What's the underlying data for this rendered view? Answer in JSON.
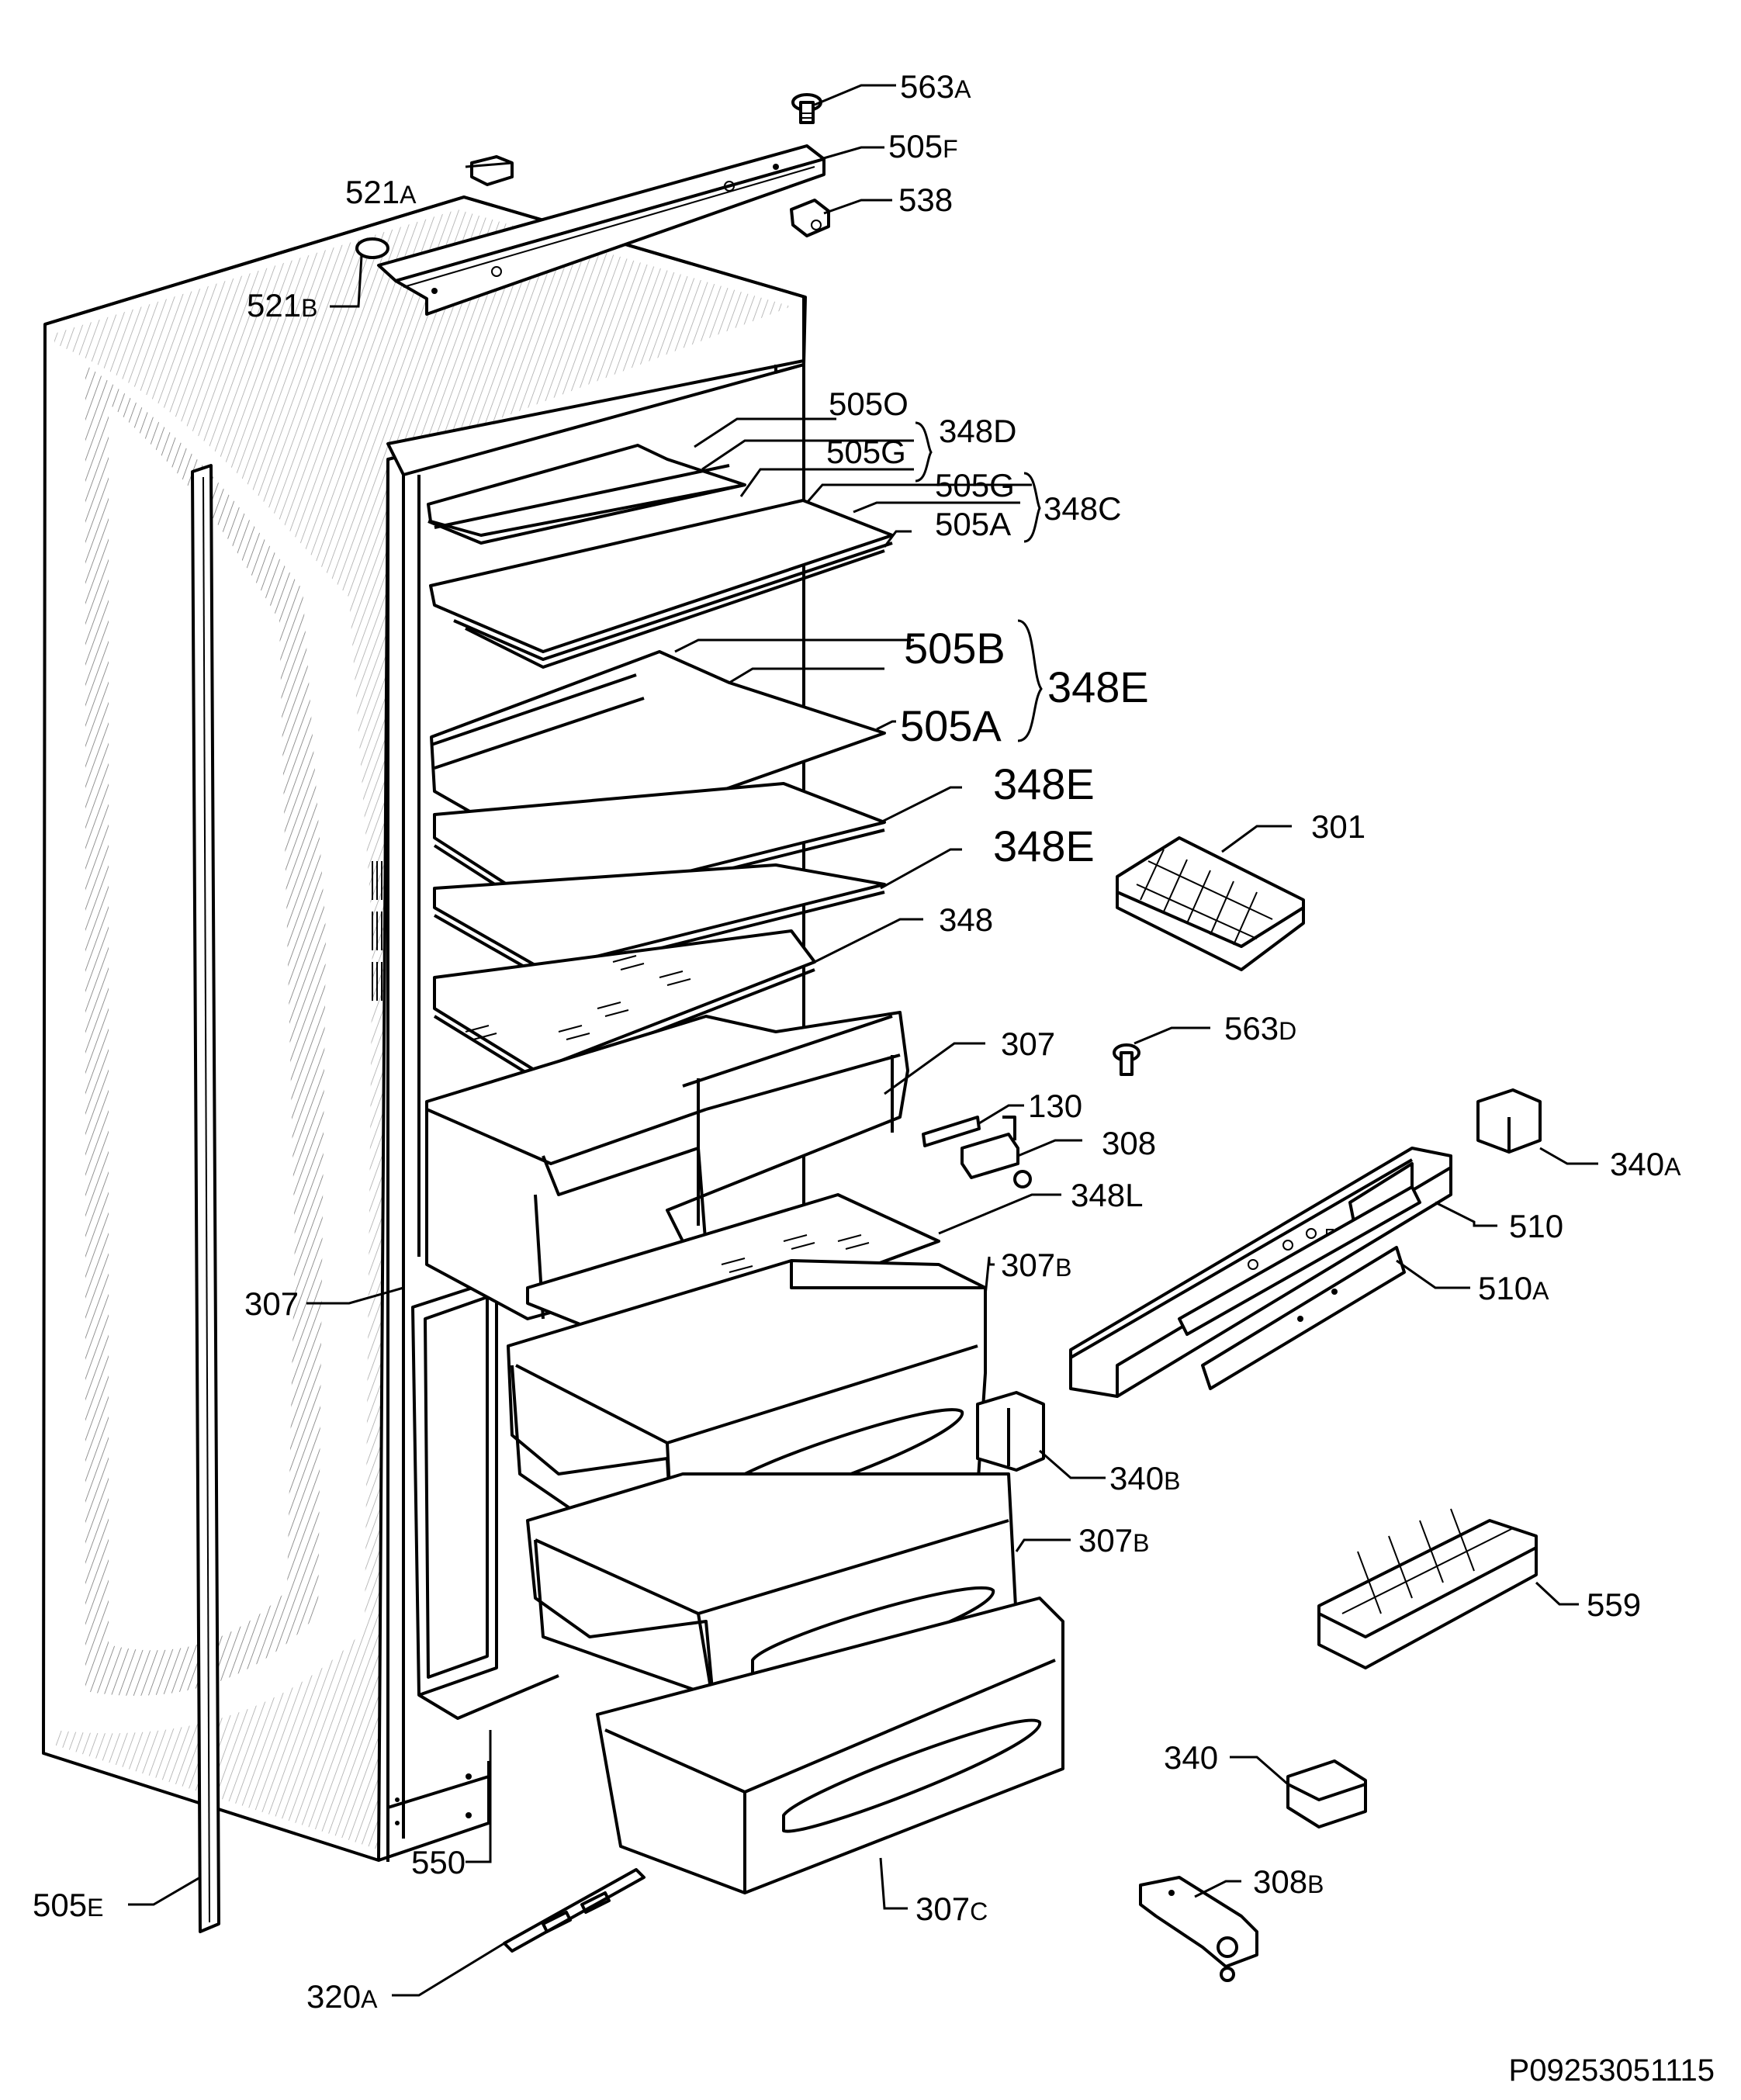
{
  "labels": {
    "l563A": {
      "num": "563",
      "suf": "A"
    },
    "l505F": {
      "num": "505",
      "suf": "F"
    },
    "l538": {
      "num": "538"
    },
    "l521A": {
      "num": "521",
      "suf": "A"
    },
    "l521B": {
      "num": "521",
      "suf": "B"
    },
    "l505O": {
      "num": "505O"
    },
    "l505G1": {
      "num": "505G"
    },
    "l348D": {
      "num": "348D"
    },
    "l505G2": {
      "num": "505G"
    },
    "l505A1": {
      "num": "505A"
    },
    "l348C": {
      "num": "348C"
    },
    "l505B": {
      "num": "505B"
    },
    "l348E1": {
      "num": "348E"
    },
    "l505A2": {
      "num": "505A"
    },
    "l348E2": {
      "num": "348E"
    },
    "l348E3": {
      "num": "348E"
    },
    "l301": {
      "num": "301"
    },
    "l348": {
      "num": "348"
    },
    "l307a": {
      "num": "307"
    },
    "l563D": {
      "num": "563",
      "suf": "D"
    },
    "l130": {
      "num": "130"
    },
    "l308": {
      "num": "308"
    },
    "l340A": {
      "num": "340",
      "suf": "A"
    },
    "l348L": {
      "num": "348L"
    },
    "l510": {
      "num": "510"
    },
    "l307b": {
      "num": "307"
    },
    "l307B1": {
      "num": "307",
      "suf": "B"
    },
    "l510A": {
      "num": "510",
      "suf": "A"
    },
    "l340B": {
      "num": "340",
      "suf": "B"
    },
    "l307B2": {
      "num": "307",
      "suf": "B"
    },
    "l559": {
      "num": "559"
    },
    "l340": {
      "num": "340"
    },
    "l550": {
      "num": "550"
    },
    "l505E": {
      "num": "505",
      "suf": "E"
    },
    "l307C": {
      "num": "307",
      "suf": "C"
    },
    "l308B": {
      "num": "308",
      "suf": "B"
    },
    "l320A": {
      "num": "320",
      "suf": "A"
    }
  },
  "reference": "P09253051115"
}
